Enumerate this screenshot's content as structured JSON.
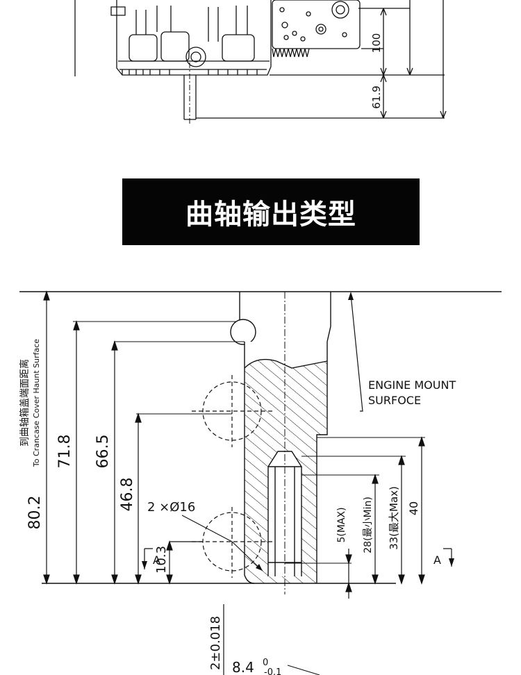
{
  "top_drawing": {
    "dim_100": "100",
    "dim_61_9": "61.9"
  },
  "banner": {
    "title": "曲轴输出类型"
  },
  "crankshaft_drawing": {
    "engine_mount_line1": "ENGINE MOUNT",
    "engine_mount_line2": "SURFOCE",
    "dim_80_2": "80.2",
    "dim_71_8": "71.8",
    "dim_66_5": "66.5",
    "dim_46_8": "46.8",
    "dim_10_3": "10.3",
    "hole_callout": "2 ×Ø16",
    "dim_40": "40",
    "dim_33": "33(最大Max)",
    "dim_28": "28(最小Min)",
    "dim_5": "5(MAX)",
    "vertical_label_cn": "到曲轴箱盖端面距离",
    "vertical_label_en": "To Crancase Cover Haunt Surface",
    "section_mark_left": "A",
    "section_mark_right": "A",
    "tolerance_top": "2±0.018",
    "dim_8_4": "8.4",
    "dim_8_4_upper_dev": "0",
    "dim_8_4_lower_dev": "-0.1"
  }
}
